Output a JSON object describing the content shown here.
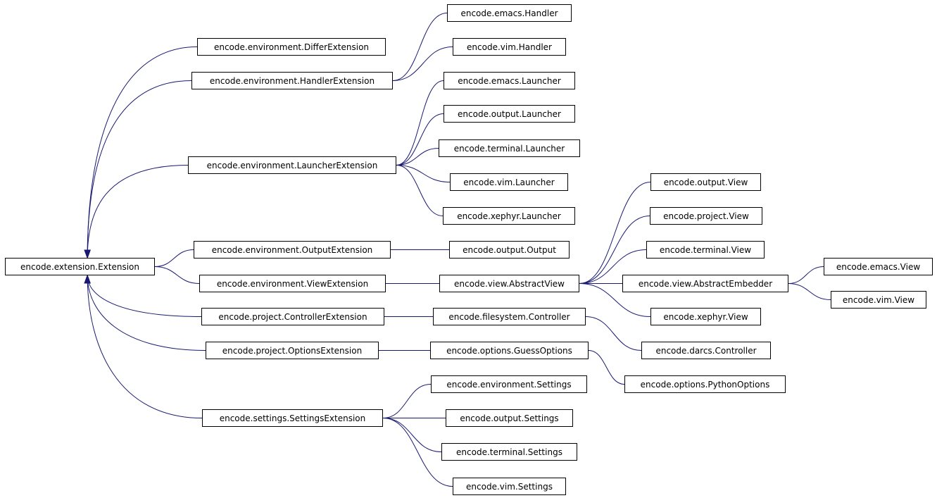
{
  "style": {
    "edge_color": "#191970",
    "node_border": "#000000",
    "background": "#ffffff"
  },
  "nodes": {
    "extension": "encode.extension.Extension",
    "differ_ext": "encode.environment.DifferExtension",
    "handler_ext": "encode.environment.HandlerExtension",
    "launcher_ext": "encode.environment.LauncherExtension",
    "output_ext": "encode.environment.OutputExtension",
    "view_ext": "encode.environment.ViewExtension",
    "controller_ext": "encode.project.ControllerExtension",
    "options_ext": "encode.project.OptionsExtension",
    "settings_ext": "encode.settings.SettingsExtension",
    "emacs_handler": "encode.emacs.Handler",
    "vim_handler": "encode.vim.Handler",
    "emacs_launcher": "encode.emacs.Launcher",
    "output_launcher": "encode.output.Launcher",
    "terminal_launcher": "encode.terminal.Launcher",
    "vim_launcher": "encode.vim.Launcher",
    "xephyr_launcher": "encode.xephyr.Launcher",
    "output_output": "encode.output.Output",
    "abstract_view": "encode.view.AbstractView",
    "fs_controller": "encode.filesystem.Controller",
    "guess_options": "encode.options.GuessOptions",
    "env_settings": "encode.environment.Settings",
    "output_settings": "encode.output.Settings",
    "terminal_settings": "encode.terminal.Settings",
    "vim_settings": "encode.vim.Settings",
    "output_view": "encode.output.View",
    "project_view": "encode.project.View",
    "terminal_view": "encode.terminal.View",
    "abstract_embedder": "encode.view.AbstractEmbedder",
    "xephyr_view": "encode.xephyr.View",
    "darcs_controller": "encode.darcs.Controller",
    "python_options": "encode.options.PythonOptions",
    "emacs_view": "encode.emacs.View",
    "vim_view": "encode.vim.View"
  },
  "edges": [
    {
      "from": "differ_ext",
      "to": "extension"
    },
    {
      "from": "handler_ext",
      "to": "extension"
    },
    {
      "from": "launcher_ext",
      "to": "extension"
    },
    {
      "from": "output_ext",
      "to": "extension"
    },
    {
      "from": "view_ext",
      "to": "extension"
    },
    {
      "from": "controller_ext",
      "to": "extension"
    },
    {
      "from": "options_ext",
      "to": "extension"
    },
    {
      "from": "settings_ext",
      "to": "extension"
    },
    {
      "from": "emacs_handler",
      "to": "handler_ext"
    },
    {
      "from": "vim_handler",
      "to": "handler_ext"
    },
    {
      "from": "emacs_launcher",
      "to": "launcher_ext"
    },
    {
      "from": "output_launcher",
      "to": "launcher_ext"
    },
    {
      "from": "terminal_launcher",
      "to": "launcher_ext"
    },
    {
      "from": "vim_launcher",
      "to": "launcher_ext"
    },
    {
      "from": "xephyr_launcher",
      "to": "launcher_ext"
    },
    {
      "from": "output_output",
      "to": "output_ext"
    },
    {
      "from": "abstract_view",
      "to": "view_ext"
    },
    {
      "from": "fs_controller",
      "to": "controller_ext"
    },
    {
      "from": "guess_options",
      "to": "options_ext"
    },
    {
      "from": "env_settings",
      "to": "settings_ext"
    },
    {
      "from": "output_settings",
      "to": "settings_ext"
    },
    {
      "from": "terminal_settings",
      "to": "settings_ext"
    },
    {
      "from": "vim_settings",
      "to": "settings_ext"
    },
    {
      "from": "output_view",
      "to": "abstract_view"
    },
    {
      "from": "project_view",
      "to": "abstract_view"
    },
    {
      "from": "terminal_view",
      "to": "abstract_view"
    },
    {
      "from": "abstract_embedder",
      "to": "abstract_view"
    },
    {
      "from": "xephyr_view",
      "to": "abstract_view"
    },
    {
      "from": "darcs_controller",
      "to": "fs_controller"
    },
    {
      "from": "python_options",
      "to": "guess_options"
    },
    {
      "from": "emacs_view",
      "to": "abstract_embedder"
    },
    {
      "from": "vim_view",
      "to": "abstract_embedder"
    }
  ]
}
